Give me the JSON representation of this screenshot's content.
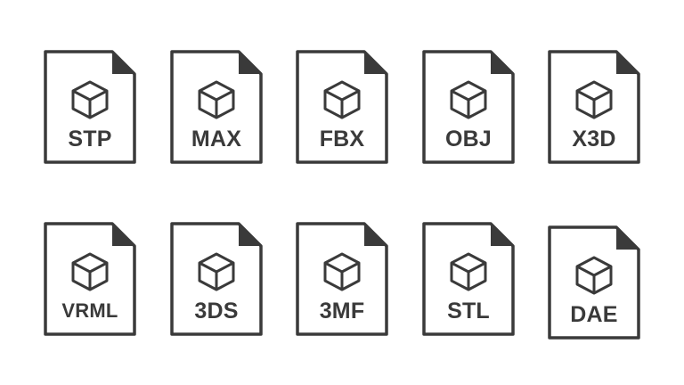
{
  "colors": {
    "stroke": "#3a3a3a",
    "fold": "#3a3a3a",
    "background": "#ffffff"
  },
  "icon_name": "3d-cube-icon",
  "file_types": [
    {
      "label": "STP"
    },
    {
      "label": "MAX"
    },
    {
      "label": "FBX"
    },
    {
      "label": "OBJ"
    },
    {
      "label": "X3D"
    },
    {
      "label": "VRML"
    },
    {
      "label": "3DS"
    },
    {
      "label": "3MF"
    },
    {
      "label": "STL"
    },
    {
      "label": "DAE"
    }
  ]
}
